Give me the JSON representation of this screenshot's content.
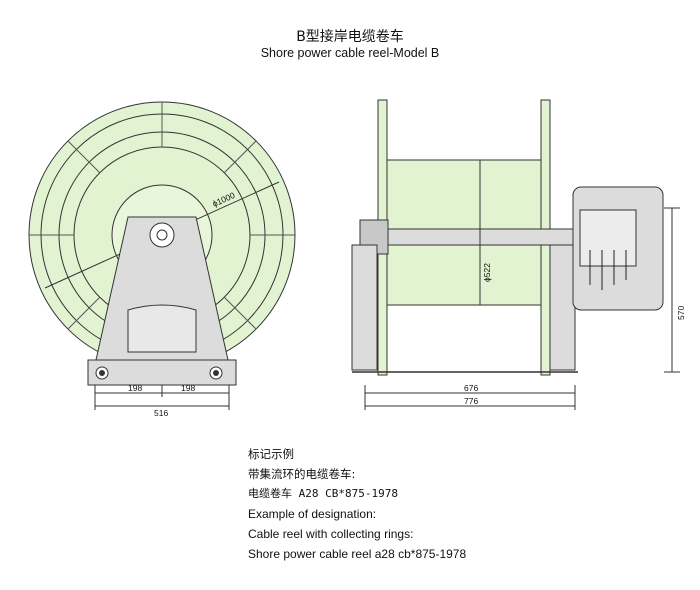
{
  "title": {
    "cn": "B型接岸电缆卷车",
    "en": "Shore power cable reel-Model B"
  },
  "dimensions": {
    "drum_diameter": "ϕ1000",
    "core_diameter": "ϕ522",
    "left_half_spacing_1": "198",
    "left_half_spacing_2": "198",
    "base_width": "516",
    "inner_length": "676",
    "overall_length": "776",
    "height": "570"
  },
  "notes": {
    "heading_cn": "标记示例",
    "subheading_cn": "带集流环的电缆卷车:",
    "example_cn": "电缆卷车 A28 CB*875-1978",
    "heading_en": "Example of designation:",
    "subheading_en": "Cable reel with collecting rings:",
    "example_en": "Shore power cable reel  a28 cb*875-1978"
  },
  "colors": {
    "drum_fill": "#e2f3d1",
    "frame_fill": "#dcdcdc",
    "line": "#333333"
  }
}
